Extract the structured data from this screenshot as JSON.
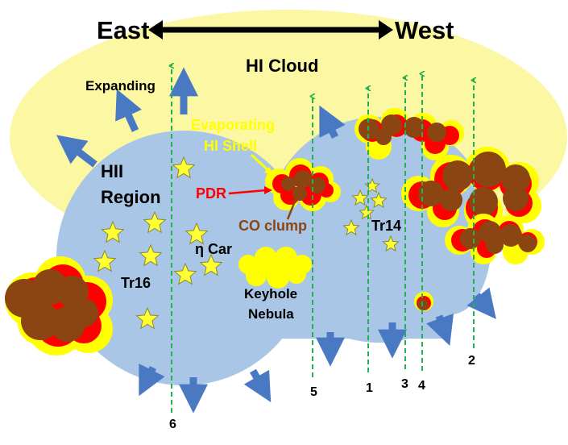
{
  "header": {
    "east_label": "East",
    "west_label": "West"
  },
  "labels": {
    "hi_cloud": "HI Cloud",
    "expanding": "Expanding",
    "evaporating_line1": "Evaporating",
    "evaporating_line2": "HI Shell",
    "hii_line1": "HII",
    "hii_line2": "Region",
    "pdr": "PDR",
    "co_clump": "CO clump",
    "tr14": "Tr14",
    "eta_car": "η Car",
    "tr16": "Tr16",
    "keyhole_line1": "Keyhole",
    "keyhole_line2": "Nebula"
  },
  "sightlines": [
    "6",
    "5",
    "1",
    "3",
    "4",
    "2"
  ],
  "colors": {
    "hi_cloud": "#fbf7a3",
    "hii_region": "#a9c6e6",
    "expansion_arrow": "#4a79c4",
    "star_fill": "#ffff33",
    "star_stroke": "#8a8a30",
    "clump_core": "#8b4513",
    "pdr_layer": "#ff0000",
    "hi_shell": "#ffff00",
    "sightline": "#22b14c",
    "pdr_text": "#ff0000",
    "co_text": "#8b4513",
    "evaporating_text": "#ffff00"
  }
}
